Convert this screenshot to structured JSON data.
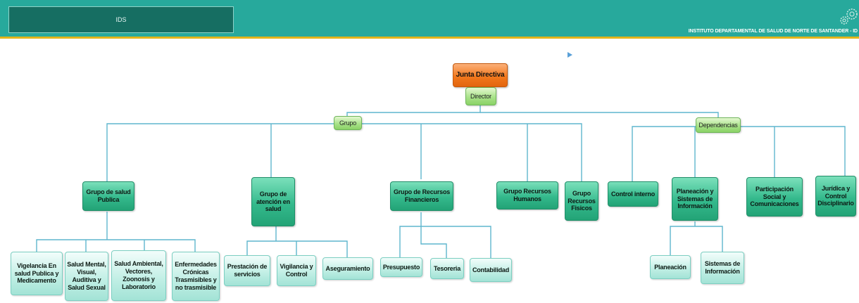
{
  "header": {
    "title": "IDS",
    "institution": "INSTITUTO DEPARTAMENTAL DE SALUD DE NORTE DE SANTANDER - ID",
    "logo_icon": "gear-icon",
    "accent_color": "#27a99c",
    "stripe_color": "#e3b51a"
  },
  "org_chart": {
    "top": "Junta Directiva",
    "director": "Director",
    "grupo": {
      "label": "Grupo",
      "children": {
        "salud_publica": {
          "label": "Grupo de salud Publica",
          "children": [
            "Vigelancia En salud Publica y Medicamento",
            "Salud Mental, Visual, Auditiva y Salud Sexual",
            "Salud Ambiental, Vectores, Zoonosis y Laboratorio",
            "Enfermedades Crónicas Trasmisibles y no trasmisible"
          ]
        },
        "atencion_salud": {
          "label": "Grupo de atención en salud",
          "children": [
            "Prestación de servicios",
            "Vigilancia y Control",
            "Aseguramiento"
          ]
        },
        "recursos_financieros": {
          "label": "Grupo de Recursos Financieros",
          "children": [
            "Presupuesto",
            "Tesoreria",
            "Contabilidad"
          ]
        },
        "recursos_humanos": "Grupo Recursos Humanos",
        "recursos_fisicos": "Grupo Recursos Fisicos"
      }
    },
    "dependencias": {
      "label": "Dependencias",
      "children": {
        "control_interno": "Control interno",
        "planeacion": {
          "label": "Planeación y Sistemas de Información",
          "children": [
            "Planeación",
            "Sistemas de Información"
          ]
        },
        "participacion": "Participación Social y Comunicaciones",
        "juridica": "Jurídica y Control Disciplinario"
      }
    }
  }
}
